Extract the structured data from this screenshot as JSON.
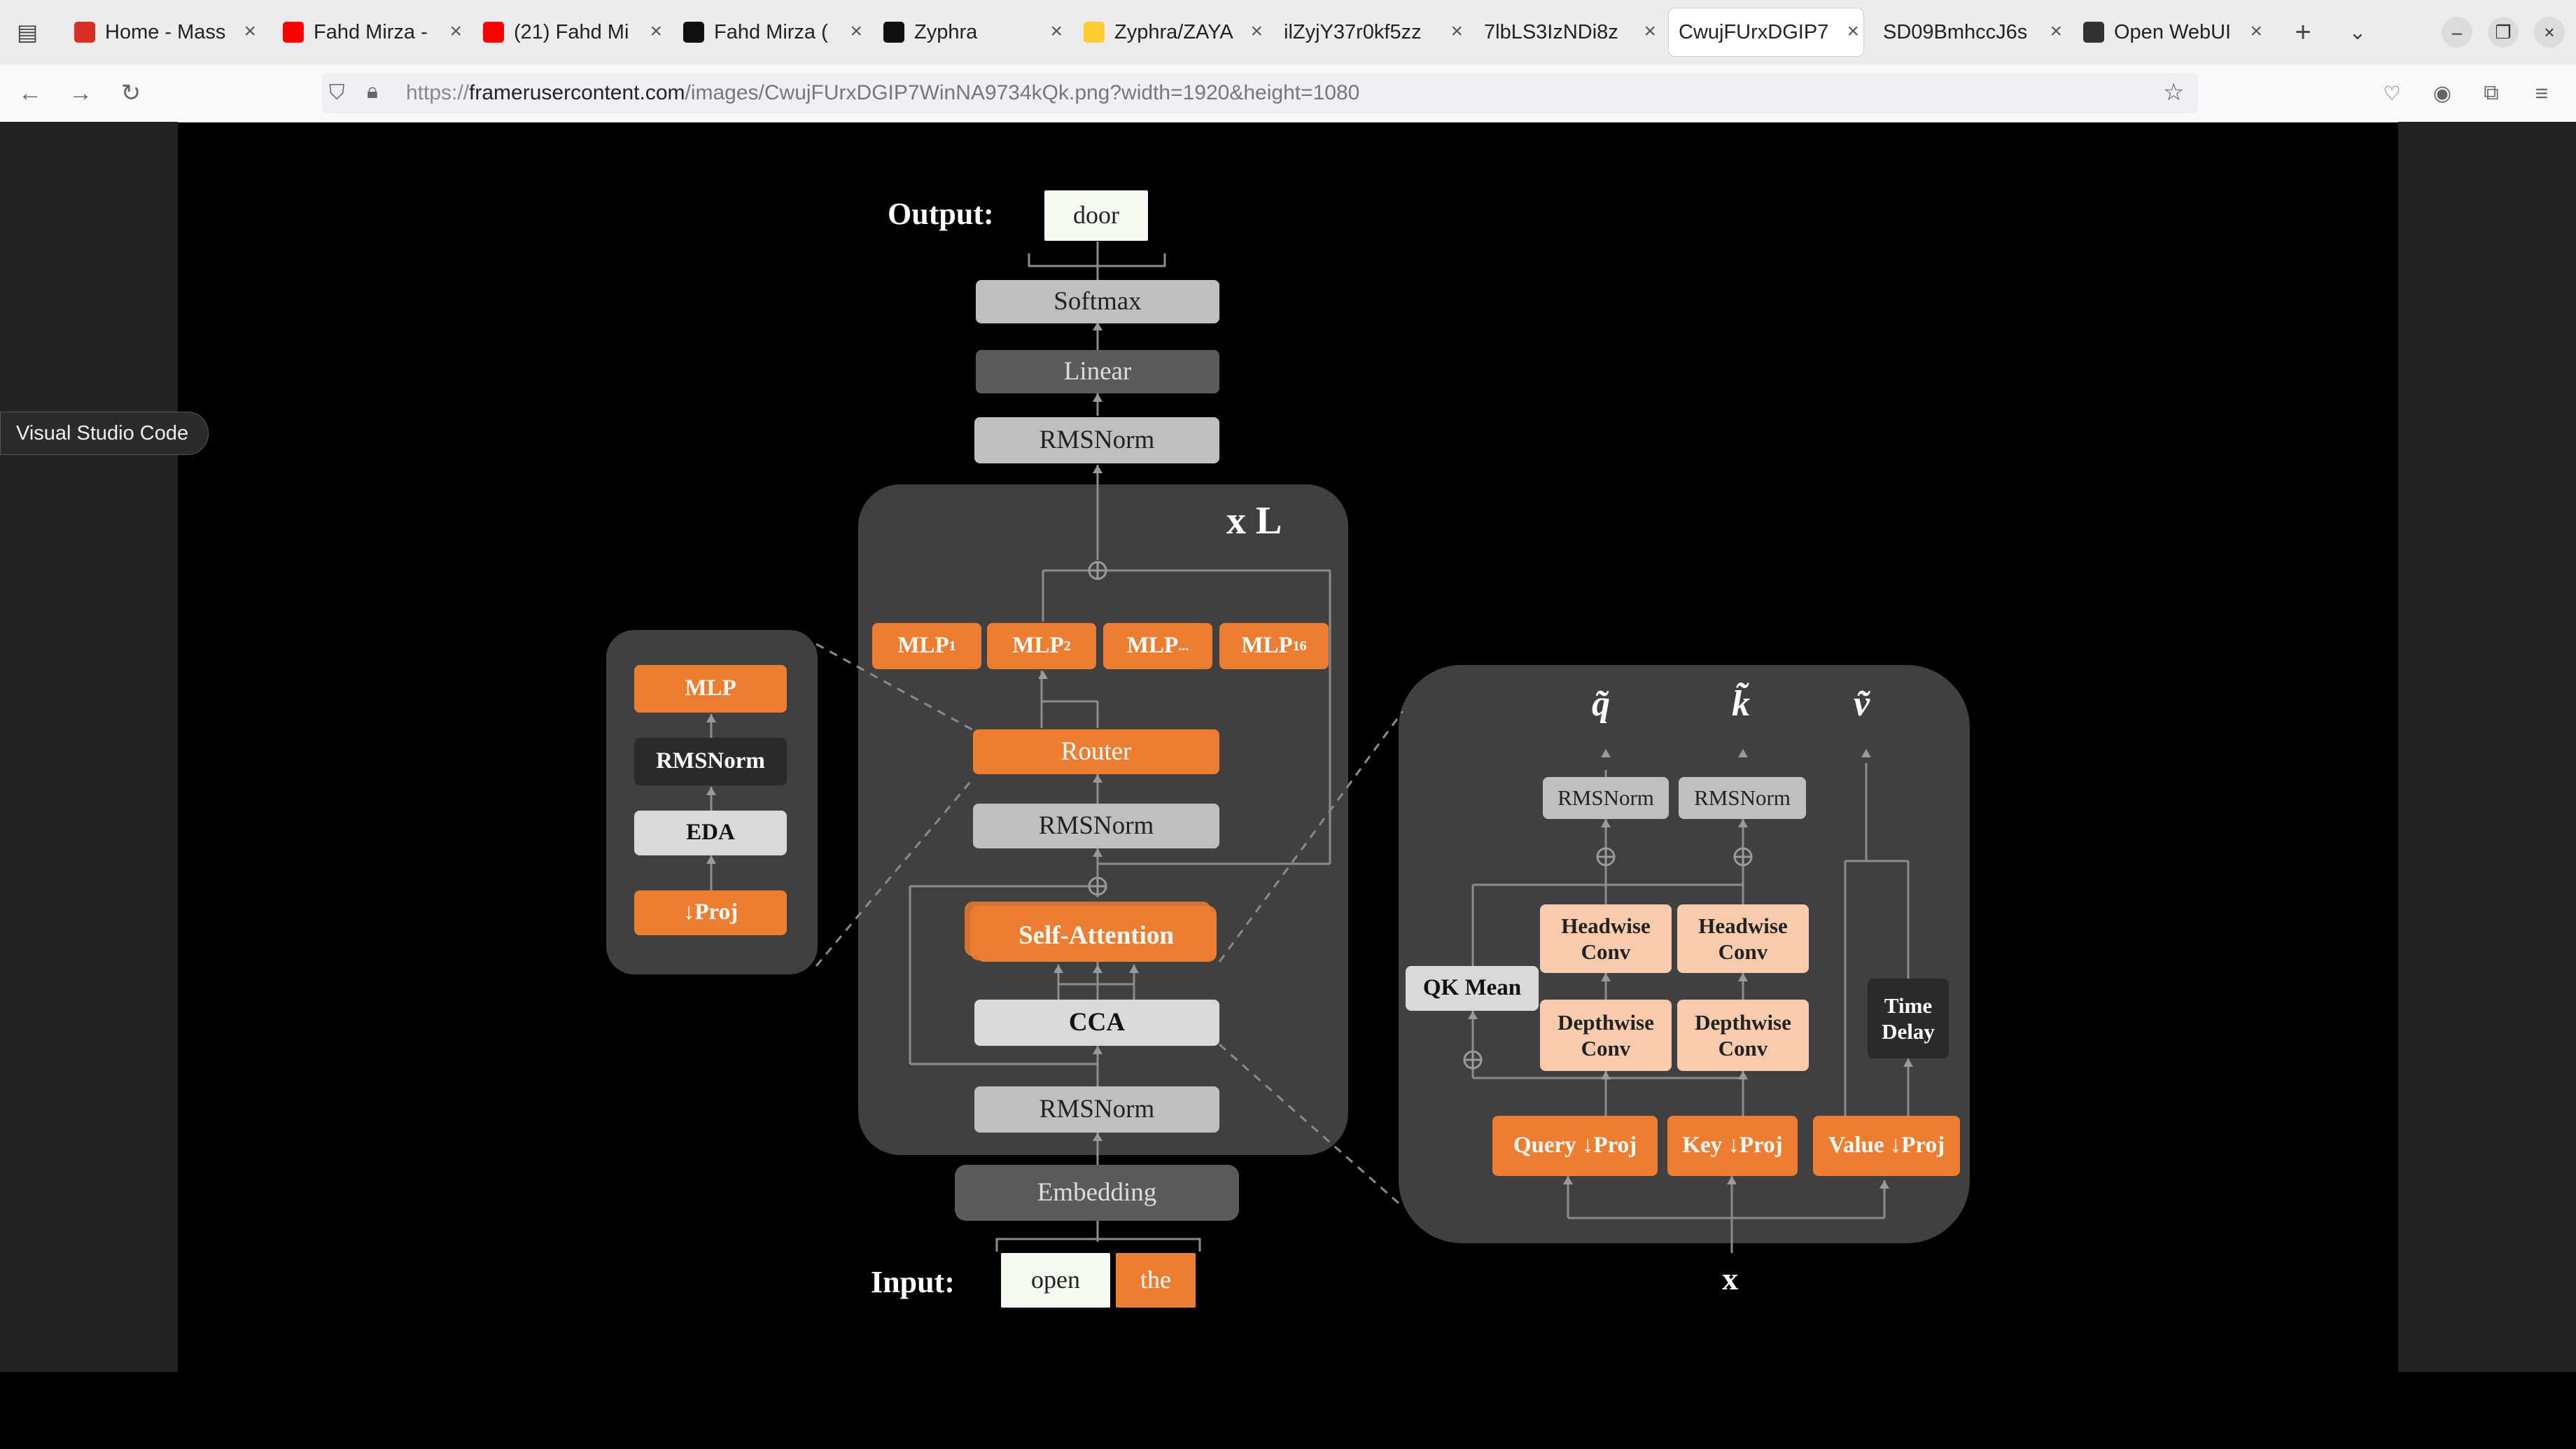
{
  "browser": {
    "tabs": [
      {
        "title": "Home - Mass",
        "icon": "gmail-icon",
        "color": "#d93025"
      },
      {
        "title": "Fahd Mirza -",
        "icon": "youtube-icon",
        "color": "#ff0000"
      },
      {
        "title": "(21) Fahd Mi",
        "icon": "youtube-icon",
        "color": "#ff0000"
      },
      {
        "title": "Fahd Mirza (",
        "icon": "x-icon",
        "color": "#111111"
      },
      {
        "title": "Zyphra",
        "icon": "zyphra-icon",
        "color": "#111111"
      },
      {
        "title": "Zyphra/ZAYA",
        "icon": "huggingface-icon",
        "color": "#ffcc33"
      },
      {
        "title": "ilZyjY37r0kf5zz",
        "icon": "",
        "color": ""
      },
      {
        "title": "7lbLS3IzNDi8z",
        "icon": "",
        "color": ""
      },
      {
        "title": "CwujFUrxDGIP7",
        "icon": "",
        "color": "",
        "active": true
      },
      {
        "title": "SD09BmhccJ6s",
        "icon": "",
        "color": ""
      },
      {
        "title": "Open WebUI",
        "icon": "openwebui-icon",
        "color": "#333333"
      }
    ],
    "url_prefix": "https://",
    "url_domain": "framerusercontent.com",
    "url_path": "/images/CwujFUrxDGIP7WinNA9734kQk.png?width=1920&height=1080"
  },
  "vscode_tooltip": "Visual Studio Code",
  "diagram": {
    "output_label": "Output:",
    "output_token": "door",
    "input_label": "Input:",
    "input_tokens": [
      "open",
      "the"
    ],
    "softmax": "Softmax",
    "linear": "Linear",
    "final_norm": "RMSNorm",
    "repeat": "x L",
    "mlps": [
      "MLP",
      "MLP",
      "MLP",
      "MLP"
    ],
    "mlp_subs": [
      "1",
      "2",
      "...",
      "16"
    ],
    "router": "Router",
    "block_norm_top": "RMSNorm",
    "self_attention": "Self-Attention",
    "cca": "CCA",
    "block_norm_bottom": "RMSNorm",
    "embedding": "Embedding",
    "mlp_detail": {
      "mlp": "MLP",
      "norm": "RMSNorm",
      "eda": "EDA",
      "proj": "↓Proj"
    },
    "cca_detail": {
      "q": "q̃",
      "k": "k̃",
      "v": "ṽ",
      "norm_q": "RMSNorm",
      "norm_k": "RMSNorm",
      "headwise_q": "Headwise Conv",
      "headwise_k": "Headwise Conv",
      "depthwise_q": "Depthwise Conv",
      "depthwise_k": "Depthwise Conv",
      "qk_mean": "QK Mean",
      "time_delay": "Time Delay",
      "query_proj": "Query ↓Proj",
      "key_proj": "Key ↓Proj",
      "value_proj": "Value ↓Proj",
      "x": "x"
    }
  },
  "colors": {
    "orange": "#ed7d31",
    "peach": "#f8cbad",
    "panel": "#404040"
  }
}
